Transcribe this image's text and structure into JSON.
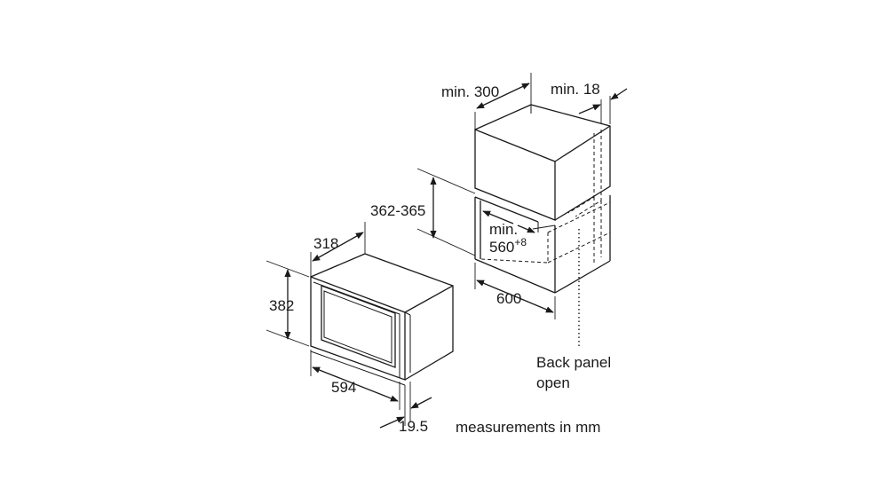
{
  "dimensions": {
    "min_300": "min. 300",
    "min_18": "min. 18",
    "h_362_365": "362-365",
    "min_label": "min.",
    "min_560": "560",
    "min_560_sup": "+8",
    "w_600": "600",
    "depth_318": "318",
    "height_382": "382",
    "width_594": "594",
    "front_19_5": "19.5"
  },
  "notes": {
    "back_panel_line1": "Back panel",
    "back_panel_line2": "open",
    "units": "measurements in mm"
  }
}
